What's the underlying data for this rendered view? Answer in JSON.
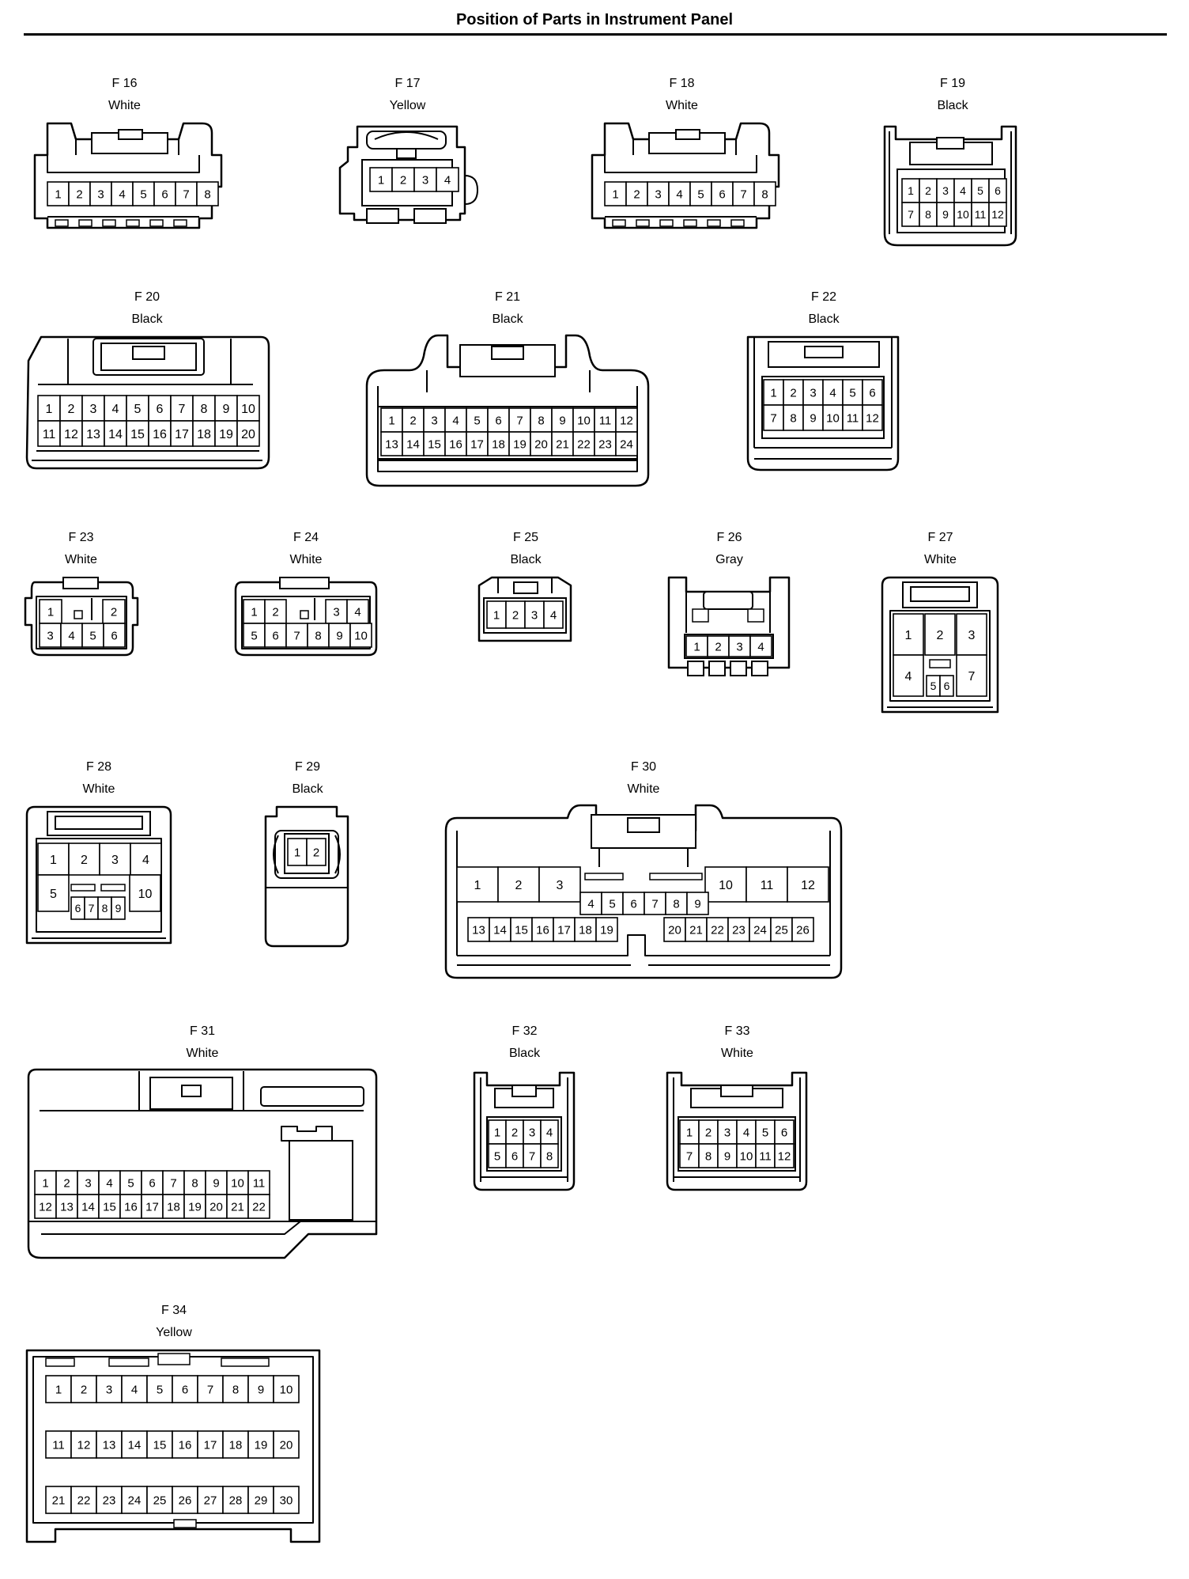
{
  "page": {
    "title": "Position of Parts in Instrument Panel"
  },
  "connectors": [
    {
      "id": "F16",
      "code": "F 16",
      "color": "White",
      "pins": 8
    },
    {
      "id": "F17",
      "code": "F 17",
      "color": "Yellow",
      "pins": 4
    },
    {
      "id": "F18",
      "code": "F 18",
      "color": "White",
      "pins": 8
    },
    {
      "id": "F19",
      "code": "F 19",
      "color": "Black",
      "pins": 12
    },
    {
      "id": "F20",
      "code": "F 20",
      "color": "Black",
      "pins": 20
    },
    {
      "id": "F21",
      "code": "F 21",
      "color": "Black",
      "pins": 24
    },
    {
      "id": "F22",
      "code": "F 22",
      "color": "Black",
      "pins": 12
    },
    {
      "id": "F23",
      "code": "F 23",
      "color": "White",
      "pins": 6
    },
    {
      "id": "F24",
      "code": "F 24",
      "color": "White",
      "pins": 10
    },
    {
      "id": "F25",
      "code": "F 25",
      "color": "Black",
      "pins": 4
    },
    {
      "id": "F26",
      "code": "F 26",
      "color": "Gray",
      "pins": 4
    },
    {
      "id": "F27",
      "code": "F 27",
      "color": "White",
      "pins": 7
    },
    {
      "id": "F28",
      "code": "F 28",
      "color": "White",
      "pins": 10
    },
    {
      "id": "F29",
      "code": "F 29",
      "color": "Black",
      "pins": 2
    },
    {
      "id": "F30",
      "code": "F 30",
      "color": "White",
      "pins": 26
    },
    {
      "id": "F31",
      "code": "F 31",
      "color": "White",
      "pins": 22
    },
    {
      "id": "F32",
      "code": "F 32",
      "color": "Black",
      "pins": 8
    },
    {
      "id": "F33",
      "code": "F 33",
      "color": "White",
      "pins": 12
    },
    {
      "id": "F34",
      "code": "F 34",
      "color": "Yellow",
      "pins": 30
    }
  ]
}
